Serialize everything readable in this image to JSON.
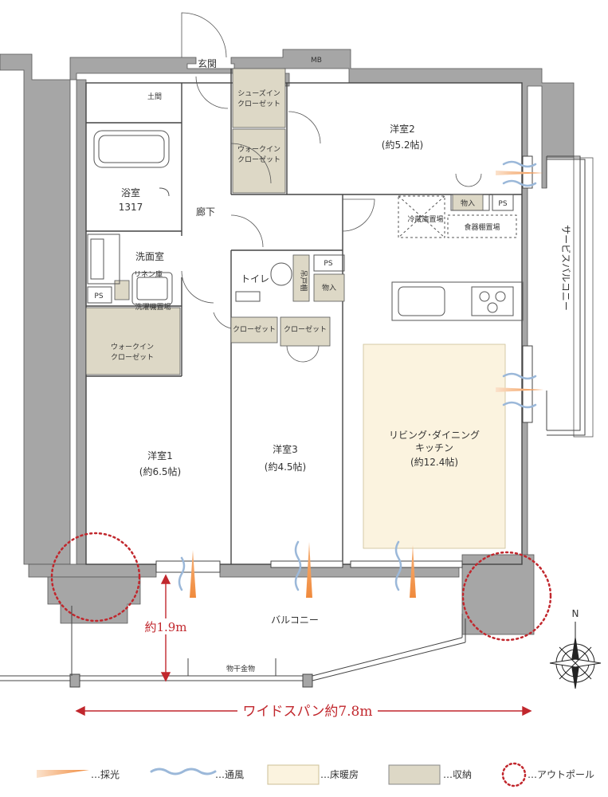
{
  "rooms": {
    "entrance": "玄関",
    "doma": "土間",
    "mb": "MB",
    "shoes_closet_1": "シューズイン",
    "shoes_closet_2": "クローゼット",
    "walkin_2_a": "ウォークイン",
    "walkin_2_b": "クローゼット",
    "western2": "洋室2",
    "western2_size": "(約5.2帖)",
    "bath": "浴室",
    "bath_size": "1317",
    "hallway": "廊下",
    "storage_mono": "物入",
    "ps": "PS",
    "fridge": "冷蔵庫置場",
    "dishwasher": "食器棚置場",
    "washroom": "洗面室",
    "linen": "リネン庫",
    "toilet": "トイレ",
    "washer": "洗濯機置場",
    "walkin_1_a": "ウォークイン",
    "walkin_1_b": "クローゼット",
    "closet": "クローゼット",
    "cabinet": "吊戸棚",
    "western1": "洋室1",
    "western1_size": "(約6.5帖)",
    "western3": "洋室3",
    "western3_size": "(約4.5帖)",
    "ldk_1": "リビング･ダイニング",
    "ldk_2": "キッチン",
    "ldk_size": "(約12.4帖)",
    "service_balcony": "サービスバルコニー",
    "balcony": "バルコニー",
    "drying_rack": "物干金物",
    "compass": "N"
  },
  "dimensions": {
    "balcony_depth": "約1.9m",
    "wide_span": "ワイドスパン約7.8m"
  },
  "legend": [
    {
      "key": "light",
      "label": "…採光"
    },
    {
      "key": "wind",
      "label": "…通風"
    },
    {
      "key": "floor_heating",
      "label": "…床暖房"
    },
    {
      "key": "storage",
      "label": "…収納"
    },
    {
      "key": "outpole",
      "label": "…アウトポール"
    }
  ],
  "colors": {
    "wall": "#a6a6a6",
    "storage": "#ddd8c6",
    "floor_heating": "#fbf3df",
    "accent_red": "#c1272d",
    "light": "#f0a060",
    "wind": "#9bb8d9"
  }
}
